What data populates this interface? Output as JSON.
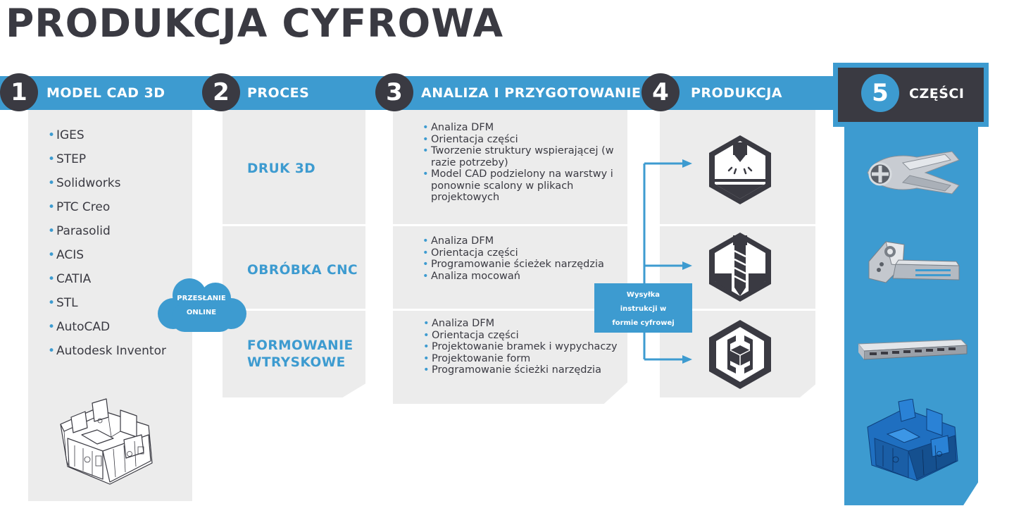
{
  "title": "PRODUKCJA CYFROWA",
  "steps": [
    {
      "num": "1",
      "label": "MODEL CAD 3D"
    },
    {
      "num": "2",
      "label": "PROCES"
    },
    {
      "num": "3",
      "label": "ANALIZA I PRZYGOTOWANIE"
    },
    {
      "num": "4",
      "label": "PRODUKCJA"
    },
    {
      "num": "5",
      "label": "CZĘŚCI"
    }
  ],
  "cad_formats": [
    "IGES",
    "STEP",
    "Solidworks",
    "PTC Creo",
    "Parasolid",
    "ACIS",
    "CATIA",
    "STL",
    "AutoCAD",
    "Autodesk Inventor"
  ],
  "cloud": {
    "line1": "PRZESŁANIE",
    "line2": "ONLINE"
  },
  "processes": [
    {
      "line1": "DRUK 3D",
      "line2": ""
    },
    {
      "line1": "OBRÓBKA CNC",
      "line2": ""
    },
    {
      "line1": "FORMOWANIE",
      "line2": "WTRYSKOWE"
    }
  ],
  "analysis": [
    [
      "Analiza DFM",
      "Orientacja części",
      "Tworzenie struktury wspierającej (w razie potrzeby)",
      "Model CAD podzielony na warstwy i ponownie scalony w plikach projektowych"
    ],
    [
      "Analiza DFM",
      "Orientacja części",
      "Programowanie ścieżek narzędzia",
      "Analiza mocowań"
    ],
    [
      "Analiza DFM",
      "Orientacja części",
      "Projektowanie bramek i wypychaczy",
      "Projektowanie form",
      "Programowanie ścieżki narzędzia"
    ]
  ],
  "shipping": {
    "line1": "Wysyłka",
    "line2": "instrukcji w",
    "line3": "formie cyfrowej"
  },
  "colors": {
    "blue": "#3d9bd0",
    "dark": "#3a3a42",
    "panel": "#ececec"
  },
  "icons": [
    "printer-3d-icon",
    "cnc-drill-icon",
    "injection-mold-icon"
  ]
}
